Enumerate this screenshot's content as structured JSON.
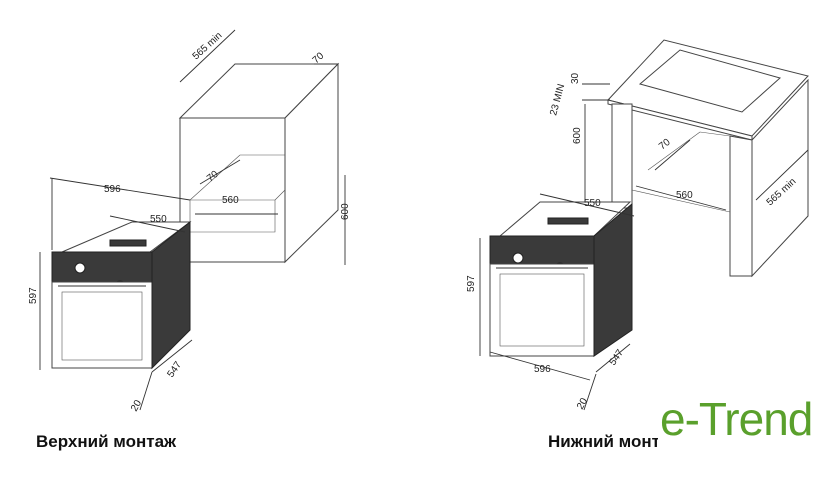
{
  "left": {
    "caption": "Верхний монтаж",
    "dims": {
      "cab_depth": "565 min",
      "cab_top": "70",
      "cab_height": "600",
      "inner_gap": "70",
      "inner_width": "560",
      "oven_width": "596",
      "oven_depth": "550",
      "oven_height": "597",
      "oven_depth2": "547",
      "front": "20"
    }
  },
  "right": {
    "caption": "Нижний монтаж",
    "dims": {
      "top_gap": "30",
      "min_gap": "23 MIN",
      "height": "600",
      "inner_gap": "70",
      "inner_width": "560",
      "cab_depth": "565 min",
      "oven_depth": "550",
      "oven_height": "597",
      "oven_width": "596",
      "oven_depth2": "547",
      "front": "20"
    }
  },
  "logo": {
    "text": "e-Trend",
    "color": "#5aa02c"
  }
}
